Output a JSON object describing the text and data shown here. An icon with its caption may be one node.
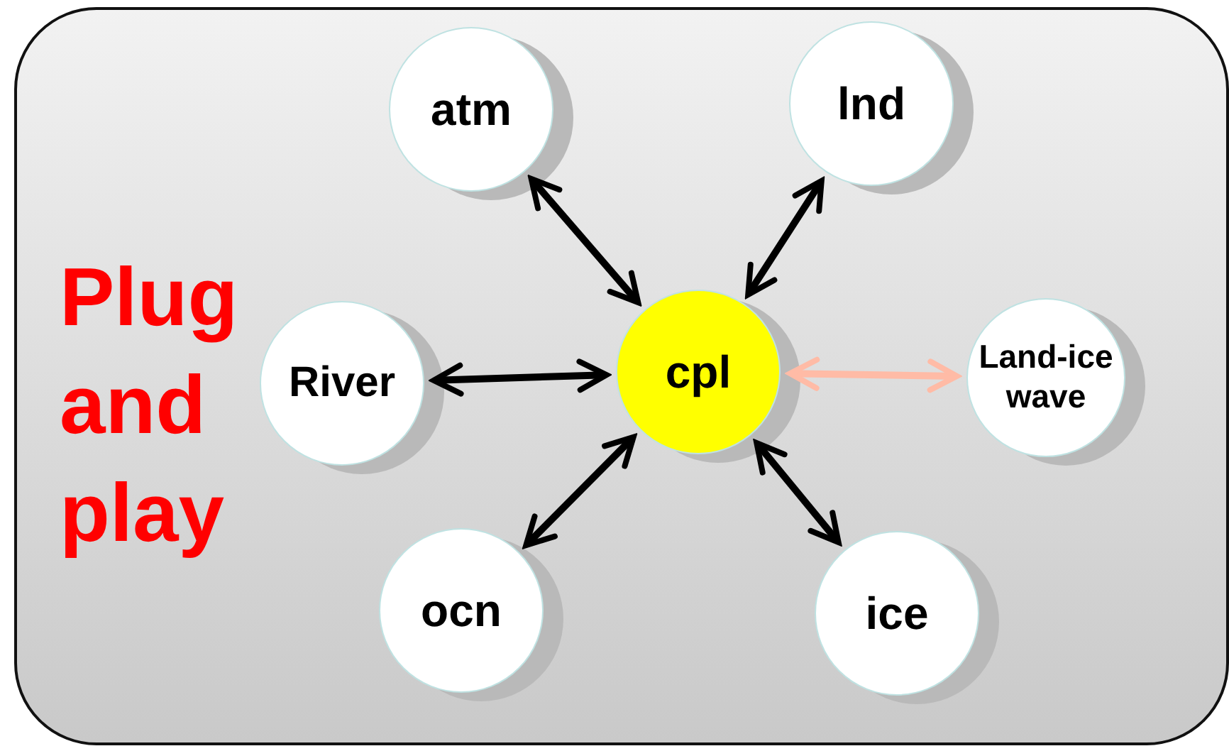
{
  "diagram": {
    "nodes": [
      {
        "text": [
          "Plug and play"
        ]
      },
      {
        "text": [
          "atm"
        ],
        "in": 0
      },
      {
        "text": [
          "lnd"
        ],
        "in": 0
      },
      {
        "text": [
          "River"
        ],
        "in": 0
      },
      {
        "text": [
          "cpl"
        ],
        "in": 0
      },
      {
        "text": [
          "Land-ice wave"
        ],
        "in": 0
      },
      {
        "text": [
          "ocn"
        ],
        "in": 0
      },
      {
        "text": [
          "ice"
        ],
        "in": 0
      }
    ],
    "edges": [
      {
        "from": 4,
        "to": 1,
        "arrow": "both"
      },
      {
        "from": 4,
        "to": 2,
        "arrow": "both"
      },
      {
        "from": 4,
        "to": 3,
        "arrow": "both"
      },
      {
        "from": 4,
        "to": 5,
        "arrow": "both",
        "color": "#ffbba6"
      },
      {
        "from": 4,
        "to": 6,
        "arrow": "both"
      },
      {
        "from": 4,
        "to": 7,
        "arrow": "both"
      }
    ]
  }
}
